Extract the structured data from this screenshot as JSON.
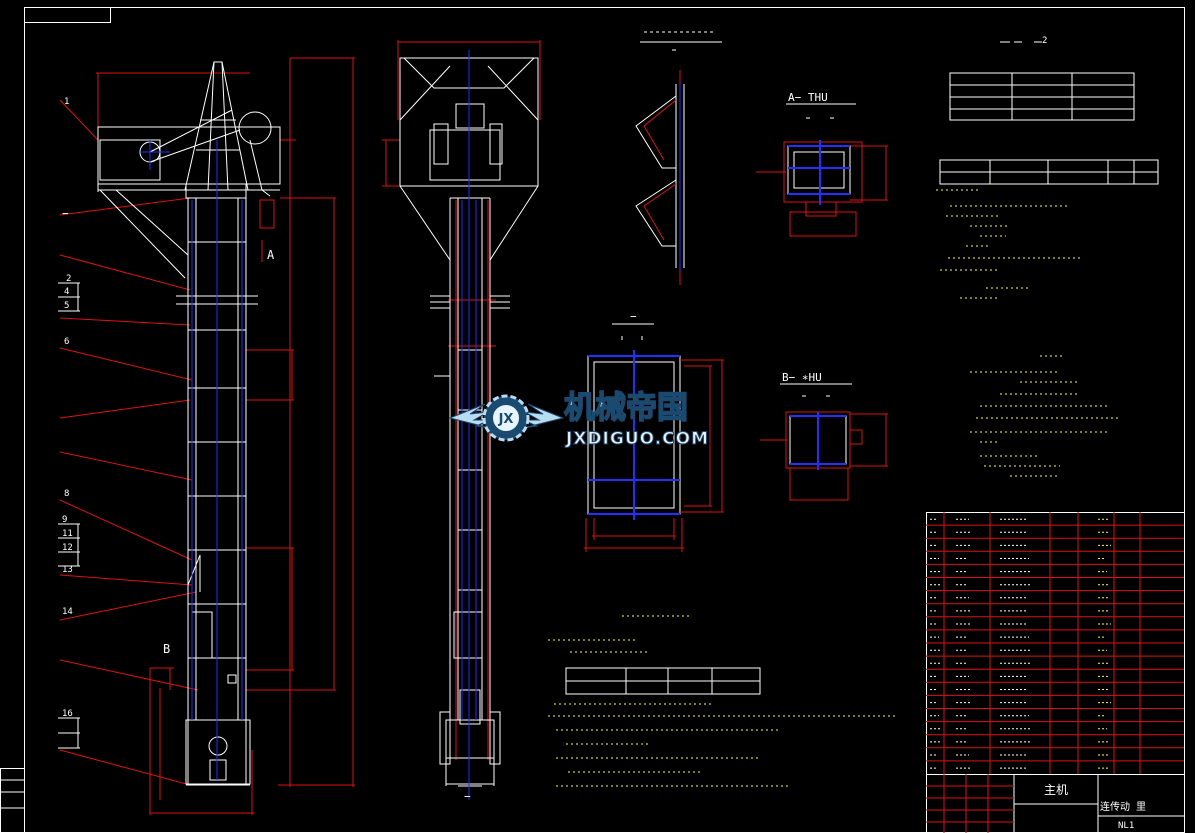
{
  "colors": {
    "background": "#000000",
    "outline": "#ffffff",
    "dimension": "#e01010",
    "centerline": "#2030ff",
    "note_text": "#ffff30",
    "watermark_text": "#b8dcf0",
    "watermark_stroke": "#1a4a70"
  },
  "section_labels": {
    "view_a": "A− THU",
    "view_b": "B− ∗HU",
    "marker_a": "A",
    "marker_b": "B",
    "top_view_heading": "−",
    "ref_label_2": "2",
    "bottom_mark": "−",
    "tag_h1": "−"
  },
  "watermark": {
    "cn": "机械帝国",
    "en": "JXDIGUO.COM",
    "logo_icon": "gear-wing-logo-icon",
    "logo_letters": "JX"
  },
  "leader_callouts": [
    "1",
    "2",
    "4",
    "5",
    "6",
    "8",
    "9",
    "11",
    "12",
    "13",
    "14",
    "16"
  ],
  "title_block": {
    "title_cell": "主机",
    "subtitle_cell": "连传动 里",
    "footer_text": "NL1"
  }
}
